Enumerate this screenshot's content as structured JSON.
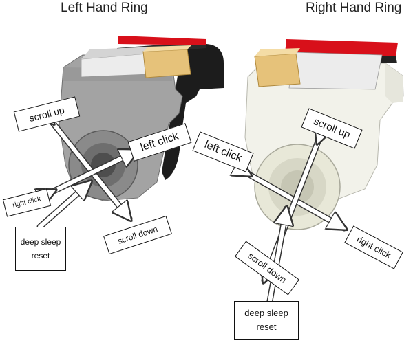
{
  "titles": {
    "left": "Left Hand Ring",
    "right": "Right Hand Ring"
  },
  "left_ring": {
    "scroll_up": "scroll up",
    "left_click": "left click",
    "right_click": "right click",
    "scroll_down": "scroll down",
    "deep_sleep_line1": "deep sleep",
    "deep_sleep_line2": "reset",
    "body_color": "#9a9a9a"
  },
  "right_ring": {
    "scroll_up": "scroll up",
    "left_click": "left click",
    "right_click": "right click",
    "scroll_down": "scroll down",
    "deep_sleep_line1": "deep sleep",
    "deep_sleep_line2": "reset",
    "body_color": "#f2f2ea"
  },
  "colors": {
    "battery_red": "#d8101a",
    "connector_gold": "#e6c27a",
    "board_white": "#eeeeee"
  }
}
